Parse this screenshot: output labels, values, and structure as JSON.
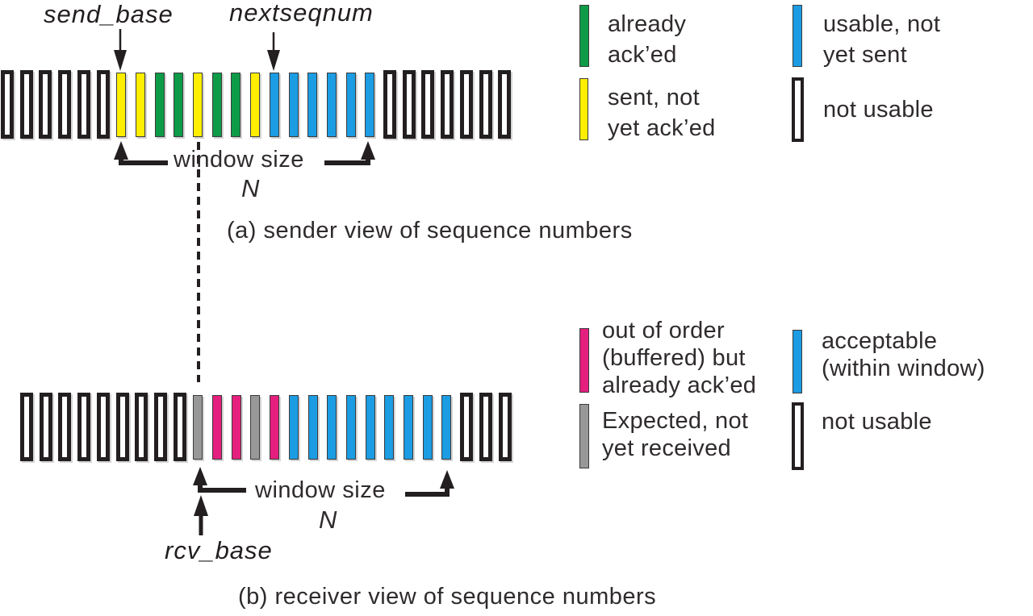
{
  "colors": {
    "green": "#0d9b48",
    "yellow": "#ffee00",
    "blue": "#1b9ce3",
    "pink": "#e51f7e",
    "gray": "#989898",
    "white": "#ffffff",
    "outline": "#231f20",
    "text": "#2f2b2c"
  },
  "sender": {
    "send_base_label": "send_base",
    "nextseqnum_label": "nextseqnum",
    "window_size_label": "window size",
    "window_n_label": "N",
    "caption": "(a) sender view of sequence numbers",
    "bars": [
      "white",
      "white",
      "white",
      "white",
      "white",
      "white",
      "yellow",
      "yellow",
      "green",
      "green",
      "yellow",
      "green",
      "green",
      "yellow",
      "blue",
      "blue",
      "blue",
      "blue",
      "blue",
      "blue",
      "white",
      "white",
      "white",
      "white",
      "white",
      "white",
      "white"
    ]
  },
  "receiver": {
    "rcv_base_label": "rcv_base",
    "window_size_label": "window size",
    "window_n_label": "N",
    "caption": "(b) receiver view of sequence numbers",
    "bars": [
      "white",
      "white",
      "white",
      "white",
      "white",
      "white",
      "white",
      "white",
      "white",
      "gray",
      "pink",
      "pink",
      "gray",
      "pink",
      "blue",
      "blue",
      "blue",
      "blue",
      "blue",
      "blue",
      "blue",
      "blue",
      "blue",
      "white",
      "white",
      "white"
    ]
  },
  "legend_sender": {
    "items": [
      {
        "color_name": "green",
        "label": "already\nack’ed"
      },
      {
        "color_name": "blue",
        "label": "usable, not\nyet sent"
      },
      {
        "color_name": "yellow",
        "label": "sent, not\nyet ack’ed"
      },
      {
        "color_name": "white",
        "label": "not usable"
      }
    ]
  },
  "legend_receiver": {
    "items": [
      {
        "color_name": "pink",
        "label": "out of order\n(buffered) but\nalready ack’ed"
      },
      {
        "color_name": "blue",
        "label": "acceptable\n(within window)"
      },
      {
        "color_name": "gray",
        "label": "Expected,  not\nyet received"
      },
      {
        "color_name": "white",
        "label": "not usable"
      }
    ]
  }
}
